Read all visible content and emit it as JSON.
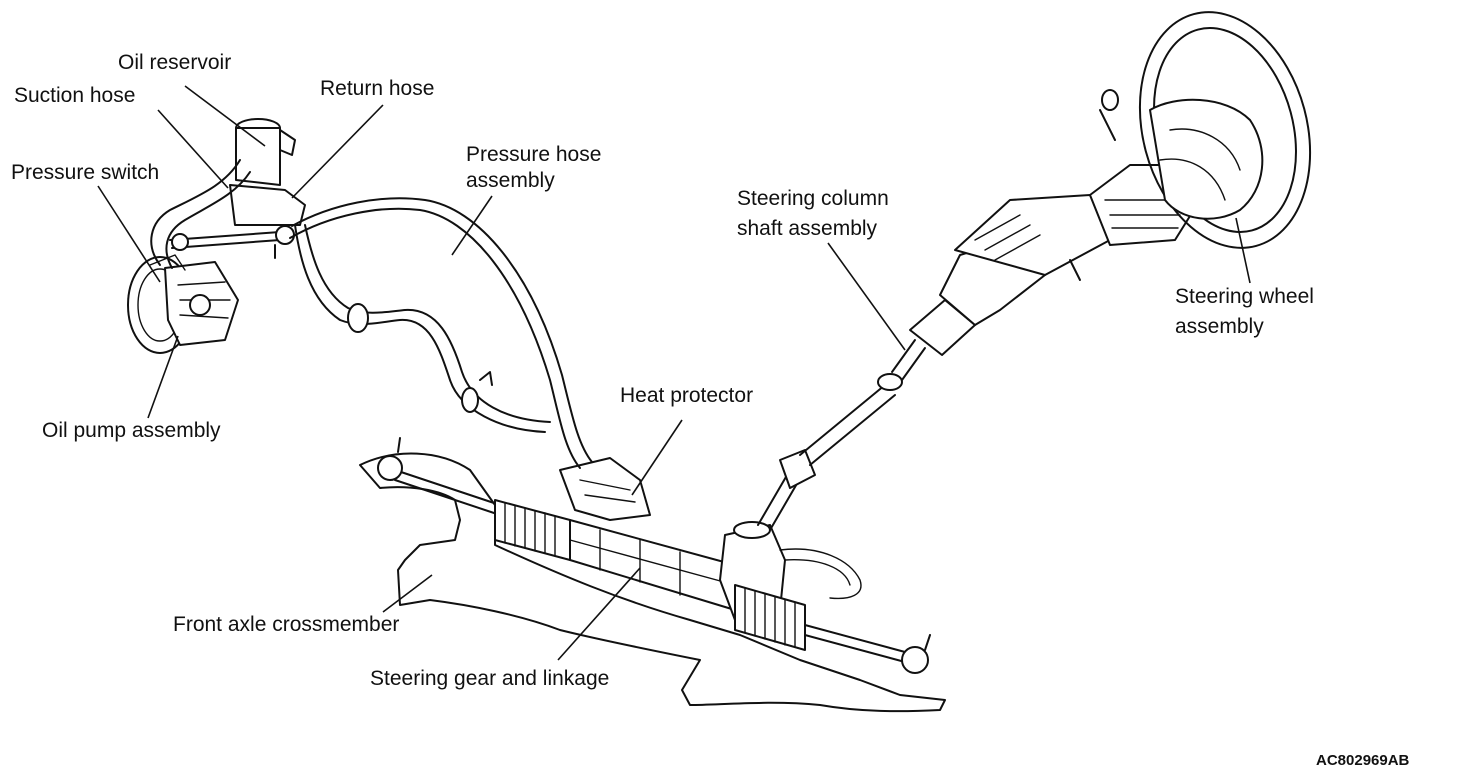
{
  "labels": {
    "oil_reservoir": "Oil reservoir",
    "suction_hose": "Suction hose",
    "return_hose": "Return hose",
    "pressure_switch": "Pressure switch",
    "pressure_hose_line1": "Pressure hose",
    "pressure_hose_line2": "assembly",
    "steering_column_line1": "Steering column",
    "steering_column_line2": "shaft assembly",
    "steering_wheel_line1": "Steering wheel",
    "steering_wheel_line2": "assembly",
    "oil_pump": "Oil pump assembly",
    "heat_protector": "Heat protector",
    "front_axle": "Front axle crossmember",
    "steering_gear": "Steering gear and linkage"
  },
  "figure_code": "AC802969AB"
}
